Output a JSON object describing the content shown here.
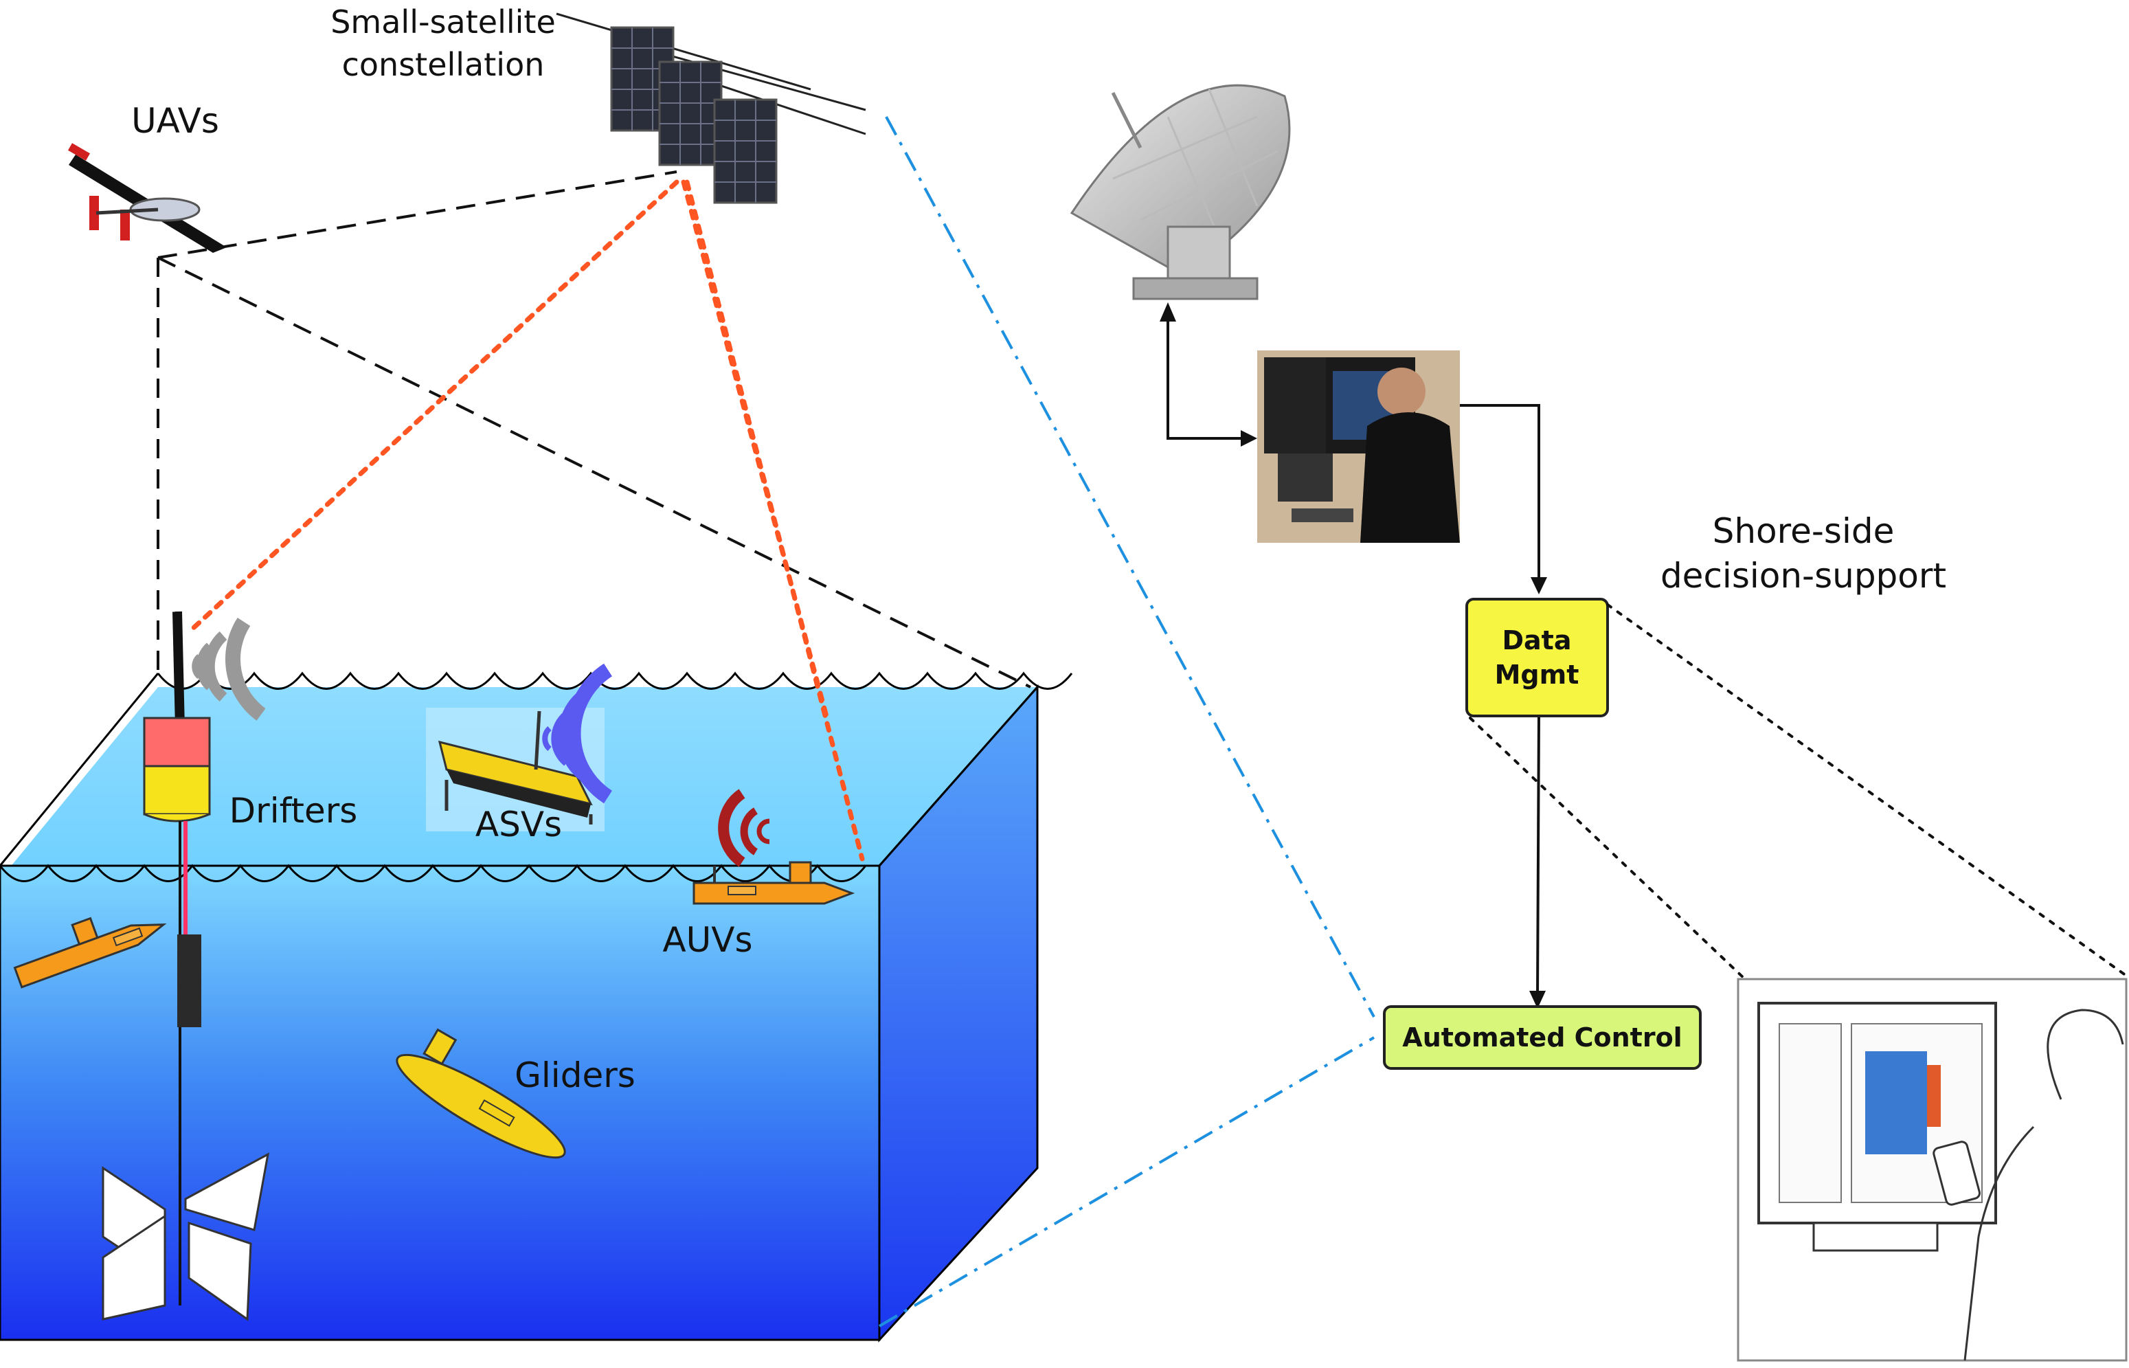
{
  "labels": {
    "satellites": [
      "Small-satellite",
      "constellation"
    ],
    "uavs": "UAVs",
    "drifters": "Drifters",
    "asvs": "ASVs",
    "auvs": "AUVs",
    "gliders": "Gliders",
    "shore_side": [
      "Shore-side",
      "decision-support"
    ]
  },
  "boxes": {
    "data_mgmt": [
      "Data",
      "Mgmt"
    ],
    "automated_control": "Automated Control"
  },
  "colors": {
    "ocean_top": "#7fd6ff",
    "ocean_bottom": "#1a3cf0",
    "ocean_side": "#3a6ef5",
    "data_mgmt_box": "#f5f542",
    "automated_control_box": "#d8f77a",
    "sat_link": "#ff5522",
    "uav_link": "#111111",
    "zoom_line": "#1e90e0",
    "vehicle_orange": "#f59a1a",
    "vehicle_yellow": "#f5d21a",
    "drifter_top": "#ff6b6b",
    "drifter_bottom": "#f7e31c",
    "wave_gray": "#999999",
    "wave_blue": "#5a5af0",
    "wave_red": "#a81e1e"
  },
  "icons": [
    "satellite-icon",
    "uav-icon",
    "drifter-icon",
    "asv-icon",
    "auv-icon",
    "glider-icon",
    "radio-dish-icon",
    "operator-photo-icon",
    "decision-support-sketch-icon"
  ]
}
